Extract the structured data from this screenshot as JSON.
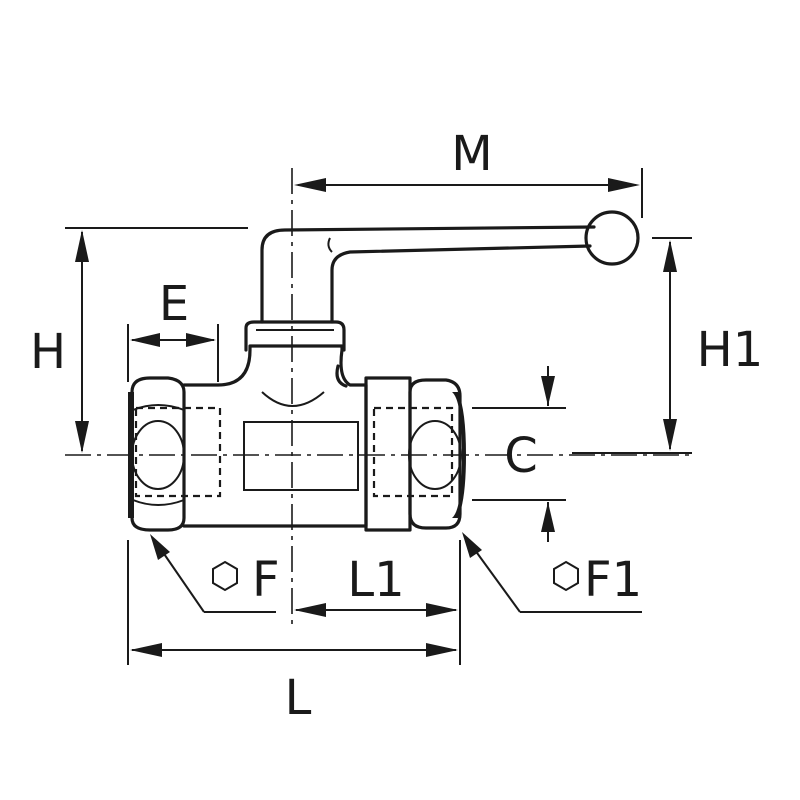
{
  "dimension_labels": {
    "M": "M",
    "H": "H",
    "H1": "H1",
    "E": "E",
    "C": "C",
    "F": "F",
    "F1": "F1",
    "L1": "L1",
    "L": "L"
  },
  "icons": {
    "hex_symbol": "hexagon-icon"
  }
}
